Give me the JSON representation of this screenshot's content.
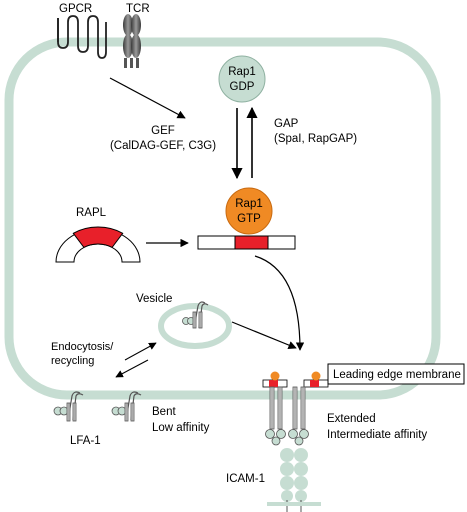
{
  "labels": {
    "gpcr": "GPCR",
    "tcr": "TCR",
    "rap1_gdp": {
      "line1": "Rap1",
      "line2": "GDP"
    },
    "rap1_gtp": {
      "line1": "Rap1",
      "line2": "GTP"
    },
    "gef": {
      "line1": "GEF",
      "line2": "(CalDAG-GEF, C3G)"
    },
    "gap": {
      "line1": "GAP",
      "line2": "(SpaI, RapGAP)"
    },
    "rapl": "RAPL",
    "vesicle": "Vesicle",
    "endocytosis": {
      "line1": "Endocytosis/",
      "line2": "recycling"
    },
    "bent": {
      "line1": "Bent",
      "line2": "Low affinity"
    },
    "lfa1": "LFA-1",
    "leading_edge": "Leading edge membrane",
    "extended": {
      "line1": "Extended",
      "line2": "Intermediate affinity"
    },
    "icam1": "ICAM-1"
  },
  "colors": {
    "membrane": "#c6ddd2",
    "membrane_stroke": "#9fbfb0",
    "rap1_gdp_fill": "#c6ddd2",
    "rap1_gtp_fill": "#f08a24",
    "red_domain": "#e8202a",
    "orange_dot": "#f08a24",
    "receptor_dark": "#555555"
  }
}
